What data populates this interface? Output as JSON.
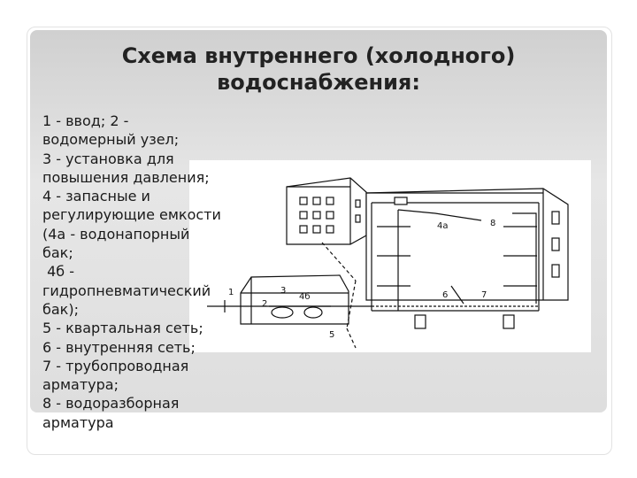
{
  "title": {
    "line1": "Схема внутреннего (холодного)",
    "line2": "водоснабжения:"
  },
  "legend": [
    "1 - ввод; 2 -",
    "водомерный узел;",
    "3 - установка для",
    "повышения давления;",
    "4 - запасные и",
    "регулирующие емкости",
    "(4а - водонапорный",
    "бак;",
    " 4б -",
    "гидропневматический",
    "бак);",
    "5 - квартальная сеть;",
    "6 - внутренняя сеть;",
    "7 - трубопроводная",
    "арматура;",
    "8 - водоразборная",
    "арматура"
  ],
  "diagram_labels": {
    "l1": "1",
    "l2": "2",
    "l3": "3",
    "l4b": "4б",
    "l4a": "4а",
    "l5": "5",
    "l6": "6",
    "l7": "7",
    "l8": "8"
  }
}
